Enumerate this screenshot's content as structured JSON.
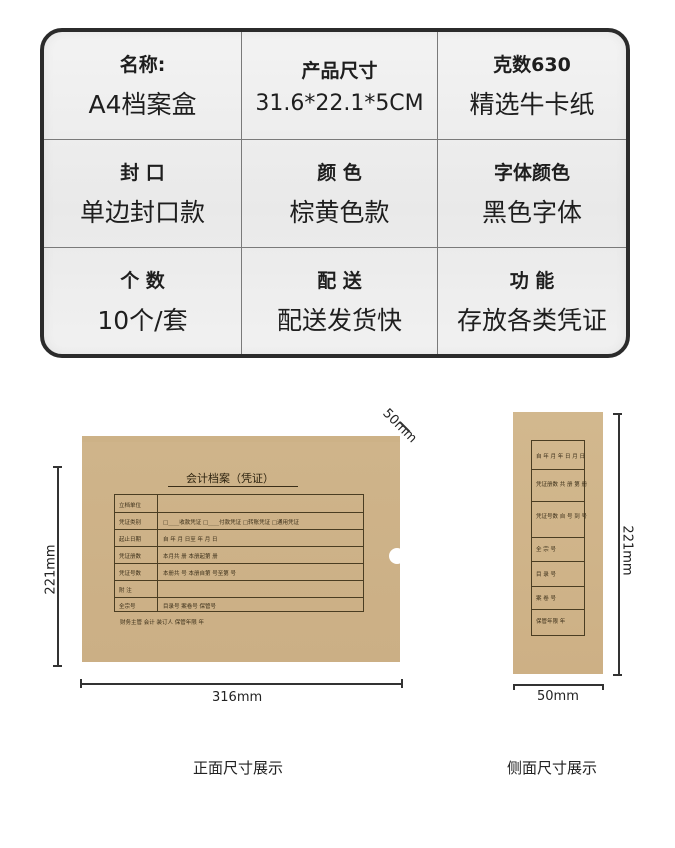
{
  "specs": [
    {
      "label": "名称:",
      "value": "A4档案盒"
    },
    {
      "label": "产品尺寸",
      "value": "31.6*22.1*5CM"
    },
    {
      "label": "克数630",
      "value": "精选牛卡纸"
    },
    {
      "label": "封 口",
      "value": "单边封口款"
    },
    {
      "label": "颜 色",
      "value": "棕黄色款"
    },
    {
      "label": "字体颜色",
      "value": "黑色字体"
    },
    {
      "label": "个 数",
      "value": "10个/套"
    },
    {
      "label": "配 送",
      "value": "配送发货快"
    },
    {
      "label": "功 能",
      "value": "存放各类凭证"
    }
  ],
  "front": {
    "form_title": "会计档案（凭证）",
    "rows": [
      "立档单位",
      "凭证类别",
      "起止日期",
      "凭证册数",
      "凭证号数",
      "附 注",
      "全宗号"
    ],
    "row_details": [
      "",
      "□____收款凭证 □____付款凭证 □转账凭证 □通用凭证",
      "自 年 月 日至 年 月 日",
      "本月共 册 本册起第 册",
      "本册共 号 本册自第 号至第 号",
      "",
      "目录号 案卷号 保管号"
    ],
    "footer": "财务主管 会计 装订人 保管年限 年",
    "width_label": "316mm",
    "height_label": "221mm",
    "depth_label": "50mm",
    "caption": "正面尺寸展示"
  },
  "side": {
    "rows": [
      "自 年 月 年 日 月 日",
      "凭证册数 共 册 第 册",
      "凭证号数 自 号 到 号",
      "全 宗 号",
      "目 录 号",
      "案 卷 号",
      "保管年限 年"
    ],
    "height_label": "221mm",
    "width_label": "50mm",
    "caption": "侧面尺寸展示"
  }
}
